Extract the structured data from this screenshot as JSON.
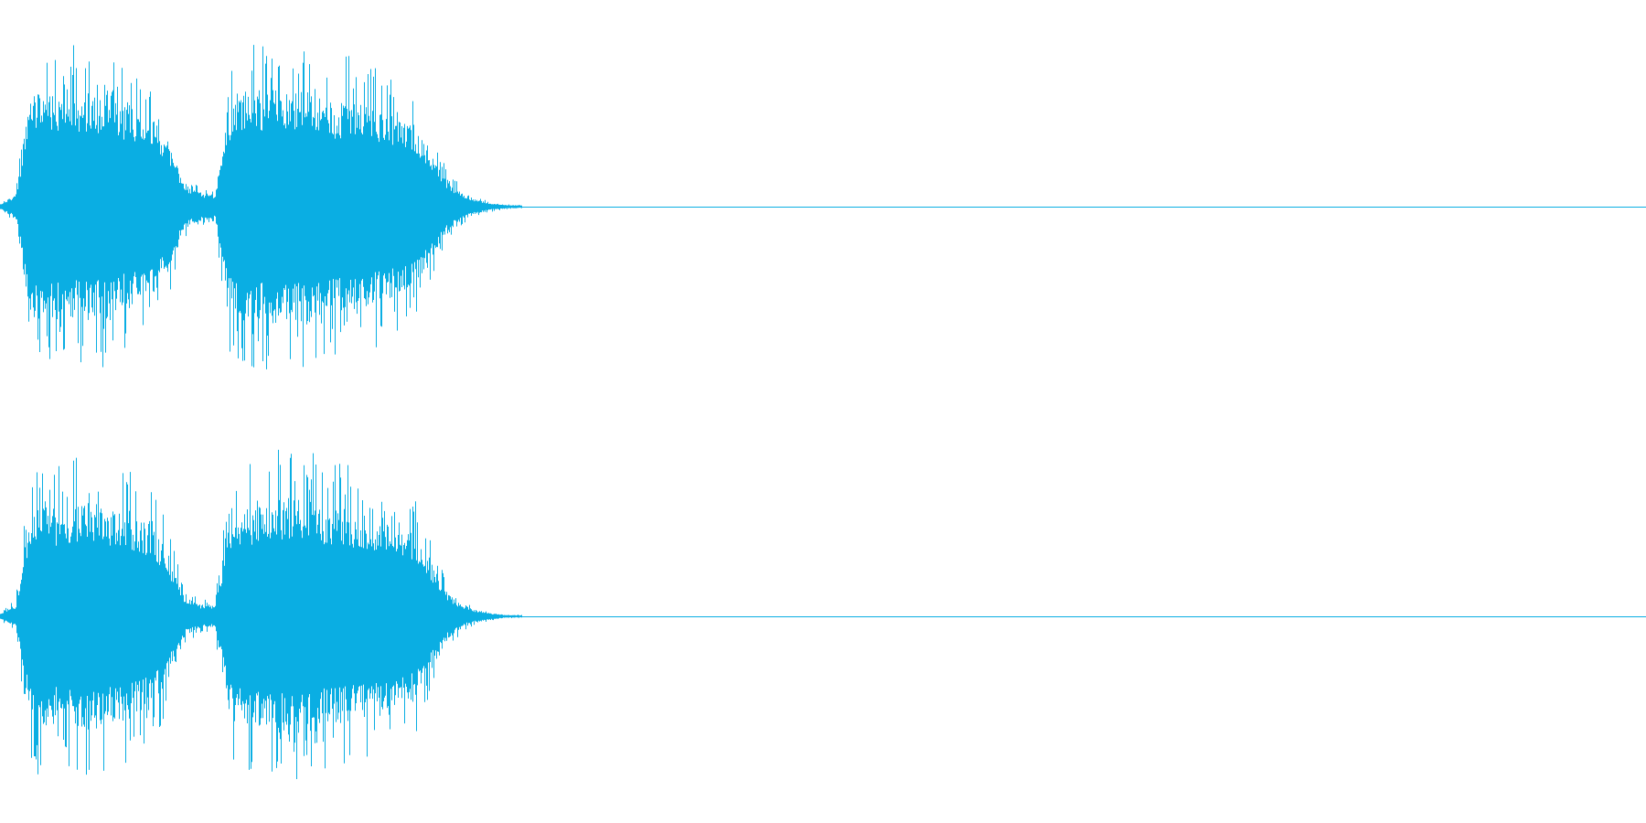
{
  "waveform": {
    "color": "#0aaee3",
    "background": "#ffffff",
    "channels": [
      {
        "name": "",
        "envelope": [
          0.02,
          0.1,
          0.95,
          0.9,
          0.92,
          0.94,
          0.95,
          0.92,
          0.86,
          0.8,
          0.72,
          0.52,
          0.18,
          0.12,
          0.1,
          0.86,
          0.92,
          0.95,
          1.0,
          0.98,
          0.96,
          0.9,
          0.86,
          0.88,
          0.82,
          0.8,
          0.78,
          0.7,
          0.5,
          0.25,
          0.12,
          0.06,
          0.03,
          0.015,
          0.01
        ]
      },
      {
        "name": "",
        "envelope": [
          0.02,
          0.1,
          0.94,
          0.9,
          0.9,
          0.92,
          0.94,
          0.9,
          0.86,
          0.82,
          0.74,
          0.5,
          0.16,
          0.1,
          0.09,
          0.84,
          0.9,
          0.92,
          0.96,
          0.98,
          0.99,
          0.92,
          0.9,
          0.88,
          0.84,
          0.8,
          0.76,
          0.7,
          0.48,
          0.22,
          0.1,
          0.05,
          0.025,
          0.012,
          0.01
        ]
      }
    ]
  }
}
